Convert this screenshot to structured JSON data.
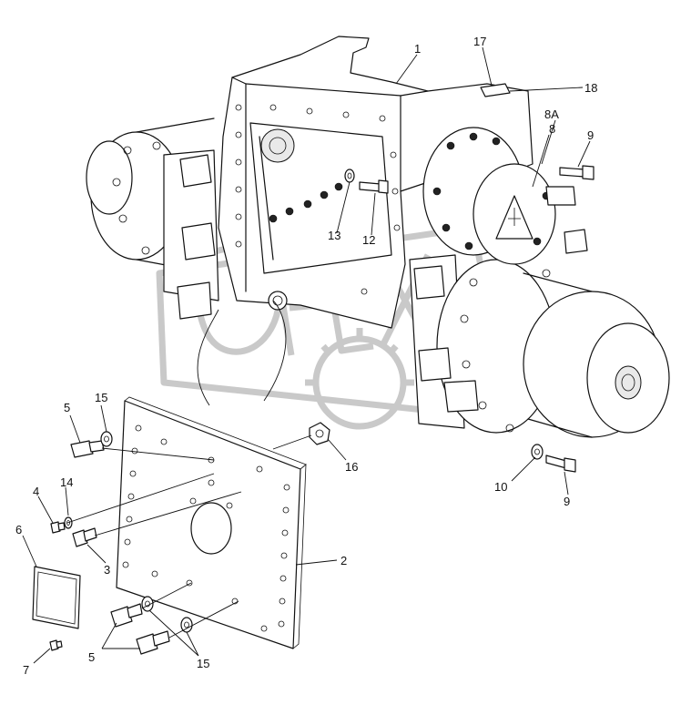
{
  "callouts": [
    {
      "id": "c1",
      "label": "1"
    },
    {
      "id": "c2",
      "label": "2"
    },
    {
      "id": "c3",
      "label": "3"
    },
    {
      "id": "c4",
      "label": "4"
    },
    {
      "id": "c5a",
      "label": "5"
    },
    {
      "id": "c5b",
      "label": "5"
    },
    {
      "id": "c6",
      "label": "6"
    },
    {
      "id": "c7",
      "label": "7"
    },
    {
      "id": "c8",
      "label": "8"
    },
    {
      "id": "c8a",
      "label": "8A"
    },
    {
      "id": "c9a",
      "label": "9"
    },
    {
      "id": "c9b",
      "label": "9"
    },
    {
      "id": "c10",
      "label": "10"
    },
    {
      "id": "c12",
      "label": "12"
    },
    {
      "id": "c13",
      "label": "13"
    },
    {
      "id": "c14",
      "label": "14"
    },
    {
      "id": "c15a",
      "label": "15"
    },
    {
      "id": "c15b",
      "label": "15"
    },
    {
      "id": "c16",
      "label": "16"
    },
    {
      "id": "c17",
      "label": "17"
    },
    {
      "id": "c18",
      "label": "18"
    }
  ],
  "watermark": {
    "text": "OPEX",
    "color": "#c9c9c9"
  },
  "icons": [
    "gear-watermark-icon",
    "warning-triangle-icon"
  ]
}
